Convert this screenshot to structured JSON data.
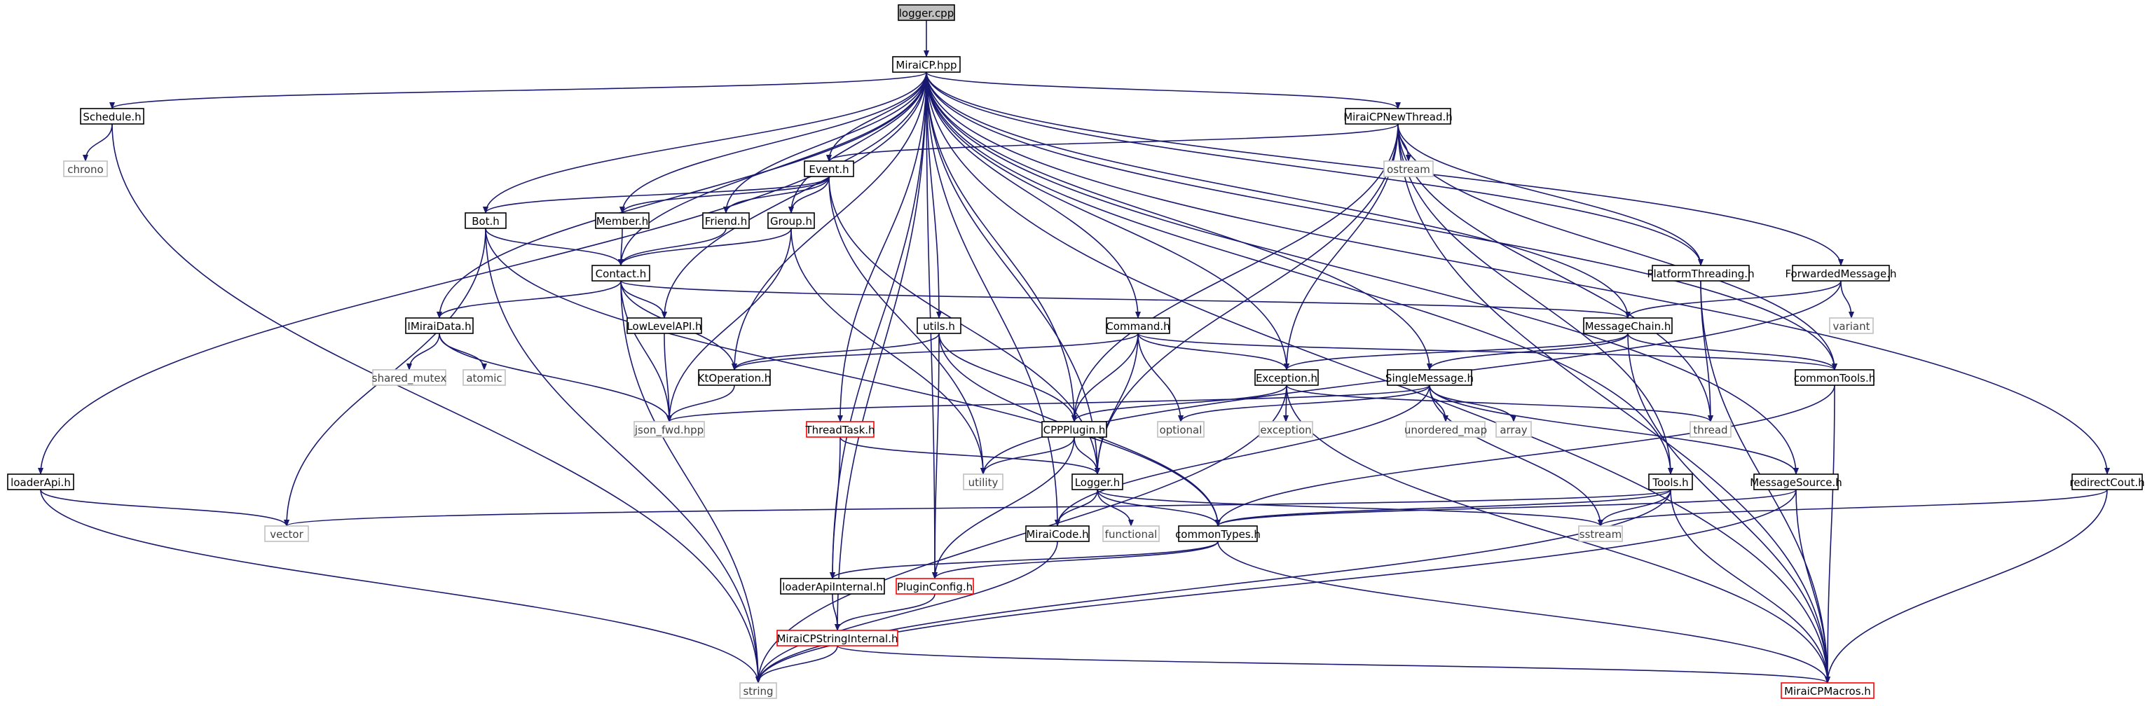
{
  "colors": {
    "edge": "#191970",
    "box_border": "#000000",
    "missing_border": "#bfbfbf",
    "missing_text": "#404040",
    "incomplete_border": "#ff0000",
    "root_fill": "#bfbfbf",
    "text": "#000000"
  },
  "nodes": [
    {
      "id": "logger_cpp",
      "label": "logger.cpp",
      "kind": "root"
    },
    {
      "id": "miraicp_hpp",
      "label": "MiraiCP.hpp",
      "kind": "box"
    },
    {
      "id": "schedule_h",
      "label": "Schedule.h",
      "kind": "box"
    },
    {
      "id": "chrono",
      "label": "chrono",
      "kind": "system"
    },
    {
      "id": "miraicpnewthread_h",
      "label": "MiraiCPNewThread.h",
      "kind": "box"
    },
    {
      "id": "ostream",
      "label": "ostream",
      "kind": "system"
    },
    {
      "id": "event_h",
      "label": "Event.h",
      "kind": "box"
    },
    {
      "id": "bot_h",
      "label": "Bot.h",
      "kind": "box"
    },
    {
      "id": "member_h",
      "label": "Member.h",
      "kind": "box"
    },
    {
      "id": "friend_h",
      "label": "Friend.h",
      "kind": "box"
    },
    {
      "id": "group_h",
      "label": "Group.h",
      "kind": "box"
    },
    {
      "id": "contact_h",
      "label": "Contact.h",
      "kind": "box"
    },
    {
      "id": "platformthreading_h",
      "label": "PlatformThreading.h",
      "kind": "box"
    },
    {
      "id": "forwardedmessage_h",
      "label": "ForwardedMessage.h",
      "kind": "box"
    },
    {
      "id": "variant",
      "label": "variant",
      "kind": "system"
    },
    {
      "id": "imiraidata_h",
      "label": "IMiraiData.h",
      "kind": "box"
    },
    {
      "id": "shared_mutex",
      "label": "shared_mutex",
      "kind": "system"
    },
    {
      "id": "atomic",
      "label": "atomic",
      "kind": "system"
    },
    {
      "id": "lowlevelapi_h",
      "label": "LowLevelAPI.h",
      "kind": "box"
    },
    {
      "id": "utils_h",
      "label": "utils.h",
      "kind": "box"
    },
    {
      "id": "command_h",
      "label": "Command.h",
      "kind": "box"
    },
    {
      "id": "messagechain_h",
      "label": "MessageChain.h",
      "kind": "box"
    },
    {
      "id": "ktoperation_h",
      "label": "KtOperation.h",
      "kind": "box"
    },
    {
      "id": "exception_h",
      "label": "Exception.h",
      "kind": "box"
    },
    {
      "id": "singlemessage_h",
      "label": "SingleMessage.h",
      "kind": "box"
    },
    {
      "id": "commontools_h",
      "label": "commonTools.h",
      "kind": "box"
    },
    {
      "id": "json_fwd_hpp",
      "label": "json_fwd.hpp",
      "kind": "system"
    },
    {
      "id": "threadtask_h",
      "label": "ThreadTask.h",
      "kind": "incomplete"
    },
    {
      "id": "cppplugin_h",
      "label": "CPPPlugin.h",
      "kind": "box"
    },
    {
      "id": "optional",
      "label": "optional",
      "kind": "system"
    },
    {
      "id": "exception",
      "label": "exception",
      "kind": "system"
    },
    {
      "id": "unordered_map",
      "label": "unordered_map",
      "kind": "system"
    },
    {
      "id": "array",
      "label": "array",
      "kind": "system"
    },
    {
      "id": "thread",
      "label": "thread",
      "kind": "system"
    },
    {
      "id": "loaderapi_h",
      "label": "loaderApi.h",
      "kind": "box"
    },
    {
      "id": "utility",
      "label": "utility",
      "kind": "system"
    },
    {
      "id": "logger_h",
      "label": "Logger.h",
      "kind": "box"
    },
    {
      "id": "tools_h",
      "label": "Tools.h",
      "kind": "box"
    },
    {
      "id": "messagesource_h",
      "label": "MessageSource.h",
      "kind": "box"
    },
    {
      "id": "redirectcout_h",
      "label": "redirectCout.h",
      "kind": "box"
    },
    {
      "id": "vector",
      "label": "vector",
      "kind": "system"
    },
    {
      "id": "miraicode_h",
      "label": "MiraiCode.h",
      "kind": "box"
    },
    {
      "id": "functional",
      "label": "functional",
      "kind": "system"
    },
    {
      "id": "commontypes_h",
      "label": "commonTypes.h",
      "kind": "box"
    },
    {
      "id": "sstream",
      "label": "sstream",
      "kind": "system"
    },
    {
      "id": "loaderapiinternal_h",
      "label": "loaderApiInternal.h",
      "kind": "box"
    },
    {
      "id": "pluginconfig_h",
      "label": "PluginConfig.h",
      "kind": "incomplete"
    },
    {
      "id": "miraicpstringinternal_h",
      "label": "MiraiCPStringInternal.h",
      "kind": "incomplete"
    },
    {
      "id": "string",
      "label": "string",
      "kind": "system"
    },
    {
      "id": "miraicpmacros_h",
      "label": "MiraiCPMacros.h",
      "kind": "incomplete"
    }
  ],
  "edges": [
    [
      "logger_cpp",
      "miraicp_hpp"
    ],
    [
      "miraicp_hpp",
      "schedule_h"
    ],
    [
      "miraicp_hpp",
      "loaderapi_h"
    ],
    [
      "miraicp_hpp",
      "miraicpnewthread_h"
    ],
    [
      "miraicp_hpp",
      "event_h"
    ],
    [
      "miraicp_hpp",
      "bot_h"
    ],
    [
      "miraicp_hpp",
      "member_h"
    ],
    [
      "miraicp_hpp",
      "friend_h"
    ],
    [
      "miraicp_hpp",
      "group_h"
    ],
    [
      "miraicp_hpp",
      "contact_h"
    ],
    [
      "miraicp_hpp",
      "imiraidata_h"
    ],
    [
      "miraicp_hpp",
      "lowlevelapi_h"
    ],
    [
      "miraicp_hpp",
      "ktoperation_h"
    ],
    [
      "miraicp_hpp",
      "utils_h"
    ],
    [
      "miraicp_hpp",
      "command_h"
    ],
    [
      "miraicp_hpp",
      "exception_h"
    ],
    [
      "miraicp_hpp",
      "singlemessage_h"
    ],
    [
      "miraicp_hpp",
      "messagechain_h"
    ],
    [
      "miraicp_hpp",
      "platformthreading_h"
    ],
    [
      "miraicp_hpp",
      "forwardedmessage_h"
    ],
    [
      "miraicp_hpp",
      "commontools_h"
    ],
    [
      "miraicp_hpp",
      "threadtask_h"
    ],
    [
      "miraicp_hpp",
      "cppplugin_h"
    ],
    [
      "miraicp_hpp",
      "logger_h"
    ],
    [
      "miraicp_hpp",
      "tools_h"
    ],
    [
      "miraicp_hpp",
      "messagesource_h"
    ],
    [
      "miraicp_hpp",
      "redirectcout_h"
    ],
    [
      "miraicp_hpp",
      "miraicode_h"
    ],
    [
      "miraicp_hpp",
      "loaderapiinternal_h"
    ],
    [
      "miraicp_hpp",
      "miraicpstringinternal_h"
    ],
    [
      "miraicp_hpp",
      "miraicpmacros_h"
    ],
    [
      "miraicp_hpp",
      "pluginconfig_h"
    ],
    [
      "schedule_h",
      "chrono"
    ],
    [
      "schedule_h",
      "string"
    ],
    [
      "miraicpnewthread_h",
      "ostream"
    ],
    [
      "miraicpnewthread_h",
      "event_h"
    ],
    [
      "miraicpnewthread_h",
      "platformthreading_h"
    ],
    [
      "miraicpnewthread_h",
      "exception_h"
    ],
    [
      "miraicpnewthread_h",
      "cppplugin_h"
    ],
    [
      "miraicpnewthread_h",
      "logger_h"
    ],
    [
      "miraicpnewthread_h",
      "thread"
    ],
    [
      "miraicpnewthread_h",
      "commontools_h"
    ],
    [
      "miraicpnewthread_h",
      "miraicpmacros_h"
    ],
    [
      "miraicpnewthread_h",
      "tools_h"
    ],
    [
      "event_h",
      "bot_h"
    ],
    [
      "event_h",
      "member_h"
    ],
    [
      "event_h",
      "friend_h"
    ],
    [
      "event_h",
      "group_h"
    ],
    [
      "event_h",
      "logger_h"
    ],
    [
      "event_h",
      "utility"
    ],
    [
      "bot_h",
      "contact_h"
    ],
    [
      "bot_h",
      "vector"
    ],
    [
      "bot_h",
      "string"
    ],
    [
      "bot_h",
      "commontypes_h"
    ],
    [
      "member_h",
      "contact_h"
    ],
    [
      "friend_h",
      "contact_h"
    ],
    [
      "group_h",
      "contact_h"
    ],
    [
      "group_h",
      "json_fwd_hpp"
    ],
    [
      "group_h",
      "utility"
    ],
    [
      "contact_h",
      "imiraidata_h"
    ],
    [
      "contact_h",
      "lowlevelapi_h"
    ],
    [
      "contact_h",
      "ktoperation_h"
    ],
    [
      "contact_h",
      "messagechain_h"
    ],
    [
      "contact_h",
      "json_fwd_hpp"
    ],
    [
      "contact_h",
      "string"
    ],
    [
      "platformthreading_h",
      "thread"
    ],
    [
      "platformthreading_h",
      "miraicpmacros_h"
    ],
    [
      "forwardedmessage_h",
      "variant"
    ],
    [
      "forwardedmessage_h",
      "messagechain_h"
    ],
    [
      "forwardedmessage_h",
      "utility"
    ],
    [
      "imiraidata_h",
      "shared_mutex"
    ],
    [
      "imiraidata_h",
      "atomic"
    ],
    [
      "imiraidata_h",
      "json_fwd_hpp"
    ],
    [
      "lowlevelapi_h",
      "json_fwd_hpp"
    ],
    [
      "utils_h",
      "ktoperation_h"
    ],
    [
      "utils_h",
      "cppplugin_h"
    ],
    [
      "utils_h",
      "pluginconfig_h"
    ],
    [
      "utils_h",
      "commontypes_h"
    ],
    [
      "command_h",
      "ktoperation_h"
    ],
    [
      "command_h",
      "exception_h"
    ],
    [
      "command_h",
      "cppplugin_h"
    ],
    [
      "command_h",
      "optional"
    ],
    [
      "command_h",
      "logger_h"
    ],
    [
      "command_h",
      "commontools_h"
    ],
    [
      "messagechain_h",
      "singlemessage_h"
    ],
    [
      "messagechain_h",
      "exception_h"
    ],
    [
      "messagechain_h",
      "commontools_h"
    ],
    [
      "messagechain_h",
      "miraicpmacros_h"
    ],
    [
      "ktoperation_h",
      "json_fwd_hpp"
    ],
    [
      "exception_h",
      "cppplugin_h"
    ],
    [
      "exception_h",
      "exception"
    ],
    [
      "exception_h",
      "thread"
    ],
    [
      "exception_h",
      "string"
    ],
    [
      "exception_h",
      "miraicpmacros_h"
    ],
    [
      "singlemessage_h",
      "optional"
    ],
    [
      "singlemessage_h",
      "unordered_map"
    ],
    [
      "singlemessage_h",
      "array"
    ],
    [
      "singlemessage_h",
      "json_fwd_hpp"
    ],
    [
      "singlemessage_h",
      "messagesource_h"
    ],
    [
      "singlemessage_h",
      "sstream"
    ],
    [
      "singlemessage_h",
      "miraicode_h"
    ],
    [
      "commontools_h",
      "miraicpmacros_h"
    ],
    [
      "commontools_h",
      "commontypes_h"
    ],
    [
      "threadtask_h",
      "logger_h"
    ],
    [
      "threadtask_h",
      "loaderapiinternal_h"
    ],
    [
      "cppplugin_h",
      "logger_h"
    ],
    [
      "cppplugin_h",
      "utility"
    ],
    [
      "cppplugin_h",
      "pluginconfig_h"
    ],
    [
      "loaderapi_h",
      "vector"
    ],
    [
      "loaderapi_h",
      "string"
    ],
    [
      "logger_h",
      "miraicode_h"
    ],
    [
      "logger_h",
      "functional"
    ],
    [
      "logger_h",
      "commontypes_h"
    ],
    [
      "logger_h",
      "sstream"
    ],
    [
      "tools_h",
      "sstream"
    ],
    [
      "tools_h",
      "commontypes_h"
    ],
    [
      "tools_h",
      "vector"
    ],
    [
      "tools_h",
      "string"
    ],
    [
      "tools_h",
      "miraicpmacros_h"
    ],
    [
      "messagesource_h",
      "commontypes_h"
    ],
    [
      "messagesource_h",
      "miraicpmacros_h"
    ],
    [
      "messagesource_h",
      "string"
    ],
    [
      "redirectcout_h",
      "sstream"
    ],
    [
      "redirectcout_h",
      "miraicpmacros_h"
    ],
    [
      "miraicode_h",
      "string"
    ],
    [
      "commontypes_h",
      "loaderapiinternal_h"
    ],
    [
      "commontypes_h",
      "pluginconfig_h"
    ],
    [
      "commontypes_h",
      "miraicpmacros_h"
    ],
    [
      "loaderapiinternal_h",
      "miraicpstringinternal_h"
    ],
    [
      "pluginconfig_h",
      "miraicpstringinternal_h"
    ],
    [
      "miraicpstringinternal_h",
      "string"
    ],
    [
      "miraicpstringinternal_h",
      "miraicpmacros_h"
    ]
  ]
}
